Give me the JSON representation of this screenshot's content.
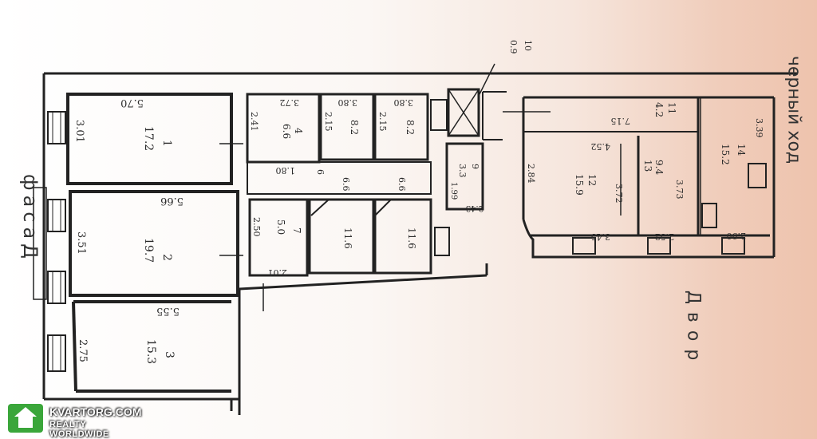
{
  "labels": {
    "facade": "фасаД",
    "back_entrance": "черный ход",
    "yard": "Двор"
  },
  "watermark": {
    "name": "KVARTORG.COM",
    "tagline": "REALTY WORLDWIDE"
  },
  "rooms": [
    {
      "id": "1",
      "area": "17.2",
      "dims": [
        "5.70",
        "3.01"
      ]
    },
    {
      "id": "2",
      "area": "19.7",
      "dims": [
        "5.66",
        "3.51"
      ]
    },
    {
      "id": "3",
      "area": "15.3",
      "dims": [
        "5.55",
        "2.75"
      ]
    },
    {
      "id": "4",
      "area": "6.6",
      "dims": [
        "3.72",
        "2.41"
      ]
    },
    {
      "id": "5a",
      "area": "8.2",
      "dims": [
        "3.80",
        "2.15"
      ]
    },
    {
      "id": "5b",
      "area": "8.2",
      "dims": [
        "3.80",
        "2.15"
      ]
    },
    {
      "id": "6",
      "area": "6.6",
      "dims": [
        "1.80"
      ]
    },
    {
      "id": "7",
      "area": "5.0",
      "dims": [
        "2.50",
        "2.01"
      ]
    },
    {
      "id": "8",
      "area": "11.6",
      "dims": []
    },
    {
      "id": "9",
      "area": "3.3",
      "dims": [
        "1.99",
        "2.43"
      ]
    },
    {
      "id": "10",
      "area": "0.9",
      "dims": []
    },
    {
      "id": "11",
      "area": "4.2",
      "dims": [
        "7.15",
        "4.52"
      ]
    },
    {
      "id": "12",
      "area": "15.9",
      "dims": [
        "2.84",
        "3.72",
        "3.45"
      ]
    },
    {
      "id": "13",
      "area": "9.4",
      "dims": [
        "3.73",
        "2.52"
      ]
    },
    {
      "id": "14",
      "area": "15.2",
      "dims": [
        "3.39",
        "2.90"
      ]
    }
  ],
  "texts": {
    "r1_dim_top": "5.70",
    "r1_dim_side": "3.01",
    "r1_num": "1",
    "r1_area": "17.2",
    "r2_dim_top": "5.66",
    "r2_dim_side": "3.51",
    "r2_num": "2",
    "r2_area": "19.7",
    "r3_dim_top": "5.55",
    "r3_dim_side": "2.75",
    "r3_num": "3",
    "r3_area": "15.3",
    "r4_dim_top": "3.72",
    "r4_dim_side": "2.41",
    "r4_num": "4",
    "r4_area": "6.6",
    "r5a_dim_top": "3.80",
    "r5a_dim_side": "2.15",
    "r5a_area": "8.2",
    "r5b_dim_top": "3.80",
    "r5b_dim_side": "2.15",
    "r5b_area": "8.2",
    "corr_dim": "1.80",
    "corr_num": "6",
    "corr_area": "6.6",
    "corr_area2": "6.6",
    "r7_dim_side": "2.50",
    "r7_num": "7",
    "r7_area": "5.0",
    "r7_dim_bottom": "2.01",
    "r8a_area": "11.6",
    "r8b_area": "11.6",
    "r9_num": "9",
    "r9_area": "3.3",
    "r9_dim": "1.99",
    "r9_dim_bottom": "2.43",
    "r10_num": "10",
    "r10_area": "0.9",
    "r11_num": "11",
    "r11_area": "4.2",
    "r11_dim": "7.15",
    "r11_dim2": "4.52",
    "r12_num": "12",
    "r12_area": "15.9",
    "r12_dim_side": "2.84",
    "r12_dim_mid": "3.72",
    "r12_dim_bottom": "3.45",
    "r13_num": "13",
    "r13_area": "9.4",
    "r13_dim_side": "3.73",
    "r13_dim_bottom": "2.52",
    "r14_num": "14",
    "r14_area": "15.2",
    "r14_dim_side": "3.39",
    "r14_dim_bottom": "2.90"
  }
}
